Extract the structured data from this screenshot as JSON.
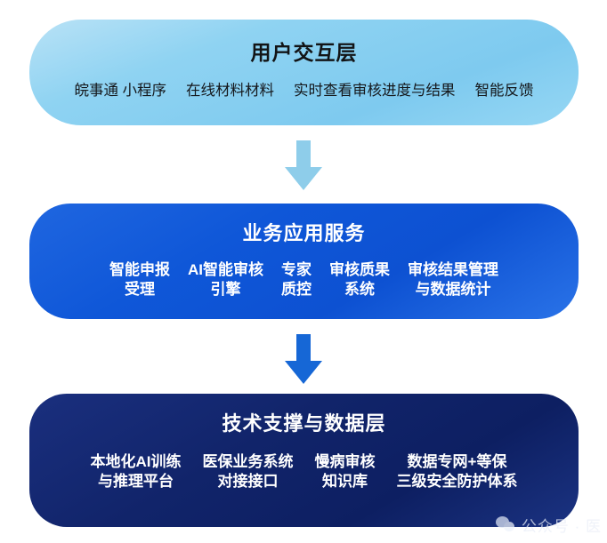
{
  "diagram": {
    "title": "用户交互层 / 业务应用服务 / 技术支撑与数据层 三层架构图",
    "colors": {
      "layer_user": "#8fd3f2",
      "layer_business": "#0f57d8",
      "layer_tech": "#11246a",
      "arrow_top": "#8ecdea",
      "arrow_bottom": "#1667d6"
    },
    "layers": [
      {
        "id": "user",
        "title": "用户交互层",
        "items": [
          {
            "line1": "皖事通 小程序",
            "line2": ""
          },
          {
            "line1": "在线材料材料",
            "line2": ""
          },
          {
            "line1": "实时查看审核进度与结果",
            "line2": ""
          },
          {
            "line1": "智能反馈",
            "line2": ""
          }
        ]
      },
      {
        "id": "business",
        "title": "业务应用服务",
        "items": [
          {
            "line1": "智能申报",
            "line2": "受理"
          },
          {
            "line1": "AI智能审核",
            "line2": "引擎"
          },
          {
            "line1": "专家",
            "line2": "质控"
          },
          {
            "line1": "审核质果",
            "line2": "系统"
          },
          {
            "line1": "审核结果管理",
            "line2": "与数据统计"
          }
        ]
      },
      {
        "id": "tech",
        "title": "技术支撑与数据层",
        "items": [
          {
            "line1": "本地化AI训练",
            "line2": "与推理平台"
          },
          {
            "line1": "医保业务系统",
            "line2": "对接接口"
          },
          {
            "line1": "慢病审核",
            "line2": "知识库"
          },
          {
            "line1": "数据专网+等保",
            "line2": "三级安全防护体系"
          }
        ]
      }
    ],
    "arrows": [
      {
        "id": "arrow-top",
        "direction": "down"
      },
      {
        "id": "arrow-bottom",
        "direction": "down"
      }
    ],
    "watermark": {
      "icon": "wechat-icon",
      "text": "公众号 · 医"
    }
  }
}
